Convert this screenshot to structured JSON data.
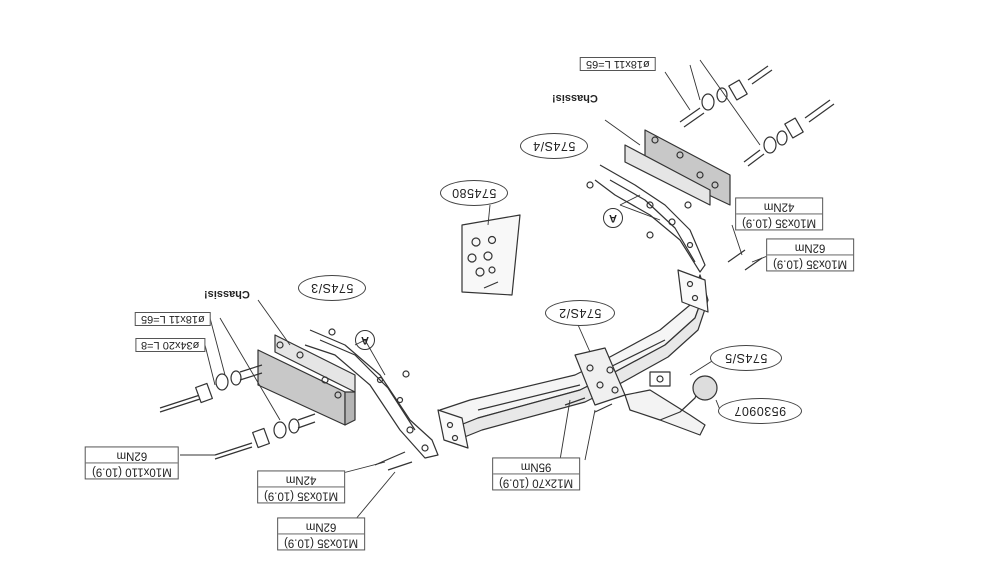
{
  "diagram": {
    "parts": {
      "p1": "574580",
      "p2": "574S/4",
      "p3": "574S/3",
      "p4": "574S/2",
      "p5": "574S/5",
      "p6": "9530907"
    },
    "chassis_right": "Chassis!",
    "chassis_left": "Chassis!",
    "bolt_right_top": "ø18x11 L=65",
    "bolt_left_top": "ø18x11 L=65",
    "spacer_left": "ø34x20 L=8",
    "callout_a": "A",
    "torques": {
      "r1": {
        "spec": "M10x35 (10.9)",
        "torque": "42Nm"
      },
      "r2": {
        "spec": "M10x35 (10.9)",
        "torque": "62Nm"
      },
      "l1": {
        "spec": "M10x110 (10.9)",
        "torque": "62Nm"
      },
      "l2": {
        "spec": "M10x35 (10.9)",
        "torque": "42Nm"
      },
      "l3": {
        "spec": "M10x35 (10.9)",
        "torque": "62Nm"
      },
      "c1": {
        "spec": "M12x70 (10.9)",
        "torque": "95Nm"
      }
    }
  }
}
